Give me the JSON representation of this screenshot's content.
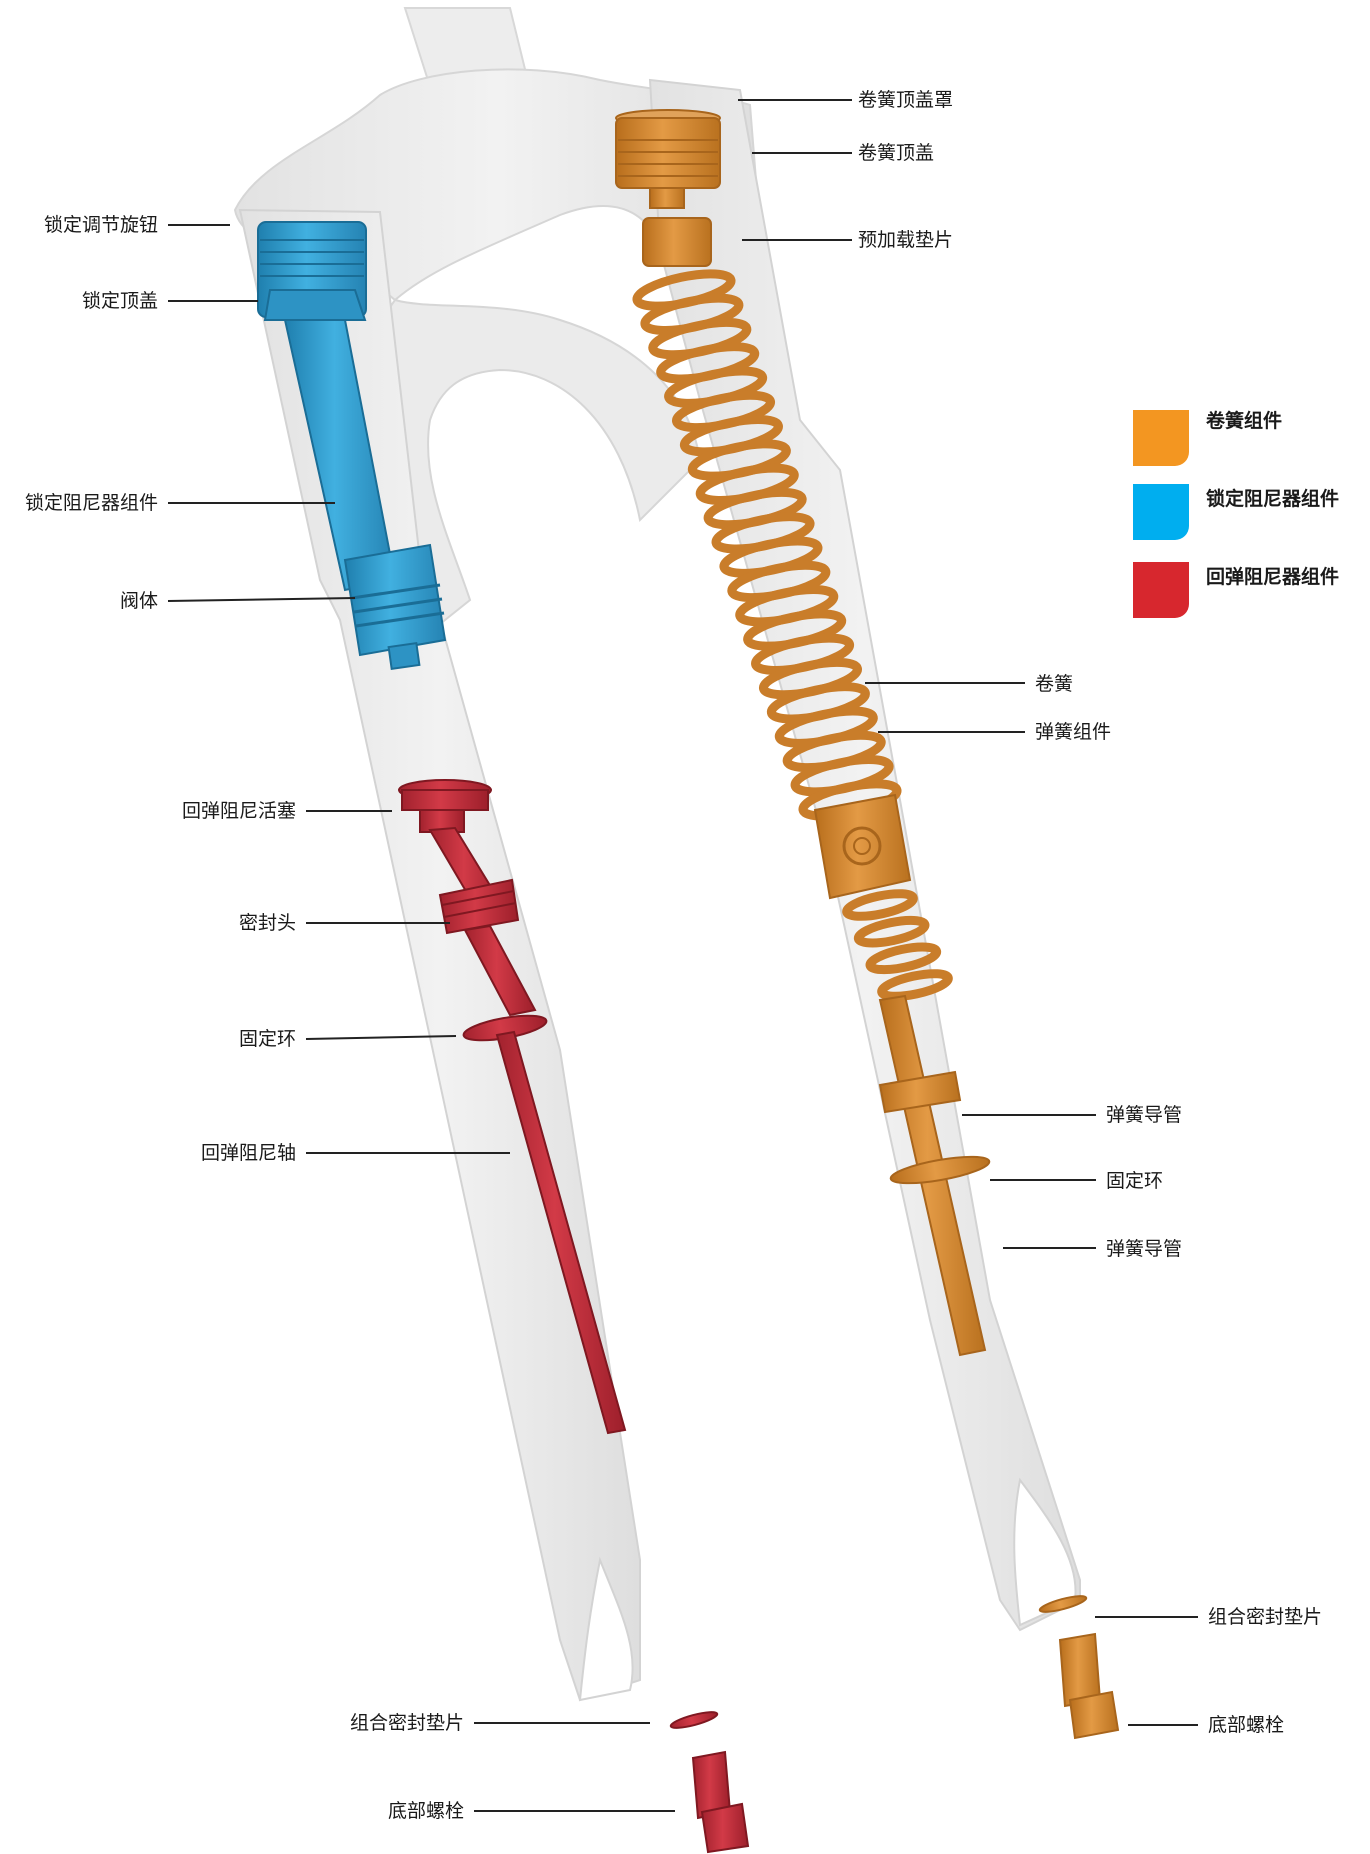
{
  "colors": {
    "spring": "#d98b2e",
    "lockout": "#2d9fd0",
    "rebound": "#c9323f",
    "frame": "#e8e8e8",
    "frame_edge": "#cfcfcf",
    "line": "#222222",
    "legend_orange": "#f39621",
    "legend_blue": "#00aeef",
    "legend_red": "#d7272e"
  },
  "legend": [
    {
      "label": "卷簧组件",
      "color_key": "legend_orange"
    },
    {
      "label": "锁定阻尼器组件",
      "color_key": "legend_blue"
    },
    {
      "label": "回弹阻尼器组件",
      "color_key": "legend_red"
    }
  ],
  "labels_left": [
    {
      "id": "lockout-knob",
      "text": "锁定调节旋钮"
    },
    {
      "id": "lockout-cap",
      "text": "锁定顶盖"
    },
    {
      "id": "lockout-damper",
      "text": "锁定阻尼器组件"
    },
    {
      "id": "valve-body",
      "text": "阀体"
    },
    {
      "id": "rebound-piston",
      "text": "回弹阻尼活塞"
    },
    {
      "id": "seal-head",
      "text": "密封头"
    },
    {
      "id": "retaining-ring-left",
      "text": "固定环"
    },
    {
      "id": "rebound-shaft",
      "text": "回弹阻尼轴"
    },
    {
      "id": "crush-washer-left",
      "text": "组合密封垫片"
    },
    {
      "id": "bottom-bolt-left",
      "text": "底部螺栓"
    }
  ],
  "labels_right": [
    {
      "id": "coil-cap-cover",
      "text": "卷簧顶盖罩"
    },
    {
      "id": "coil-cap",
      "text": "卷簧顶盖"
    },
    {
      "id": "preload-spacer",
      "text": "预加载垫片"
    },
    {
      "id": "coil-spring",
      "text": "卷簧"
    },
    {
      "id": "spring-assembly",
      "text": "弹簧组件"
    },
    {
      "id": "spring-guide-1",
      "text": "弹簧导管"
    },
    {
      "id": "retaining-ring-right",
      "text": "固定环"
    },
    {
      "id": "spring-guide-2",
      "text": "弹簧导管"
    },
    {
      "id": "crush-washer-right",
      "text": "组合密封垫片"
    },
    {
      "id": "bottom-bolt-right",
      "text": "底部螺栓"
    }
  ]
}
